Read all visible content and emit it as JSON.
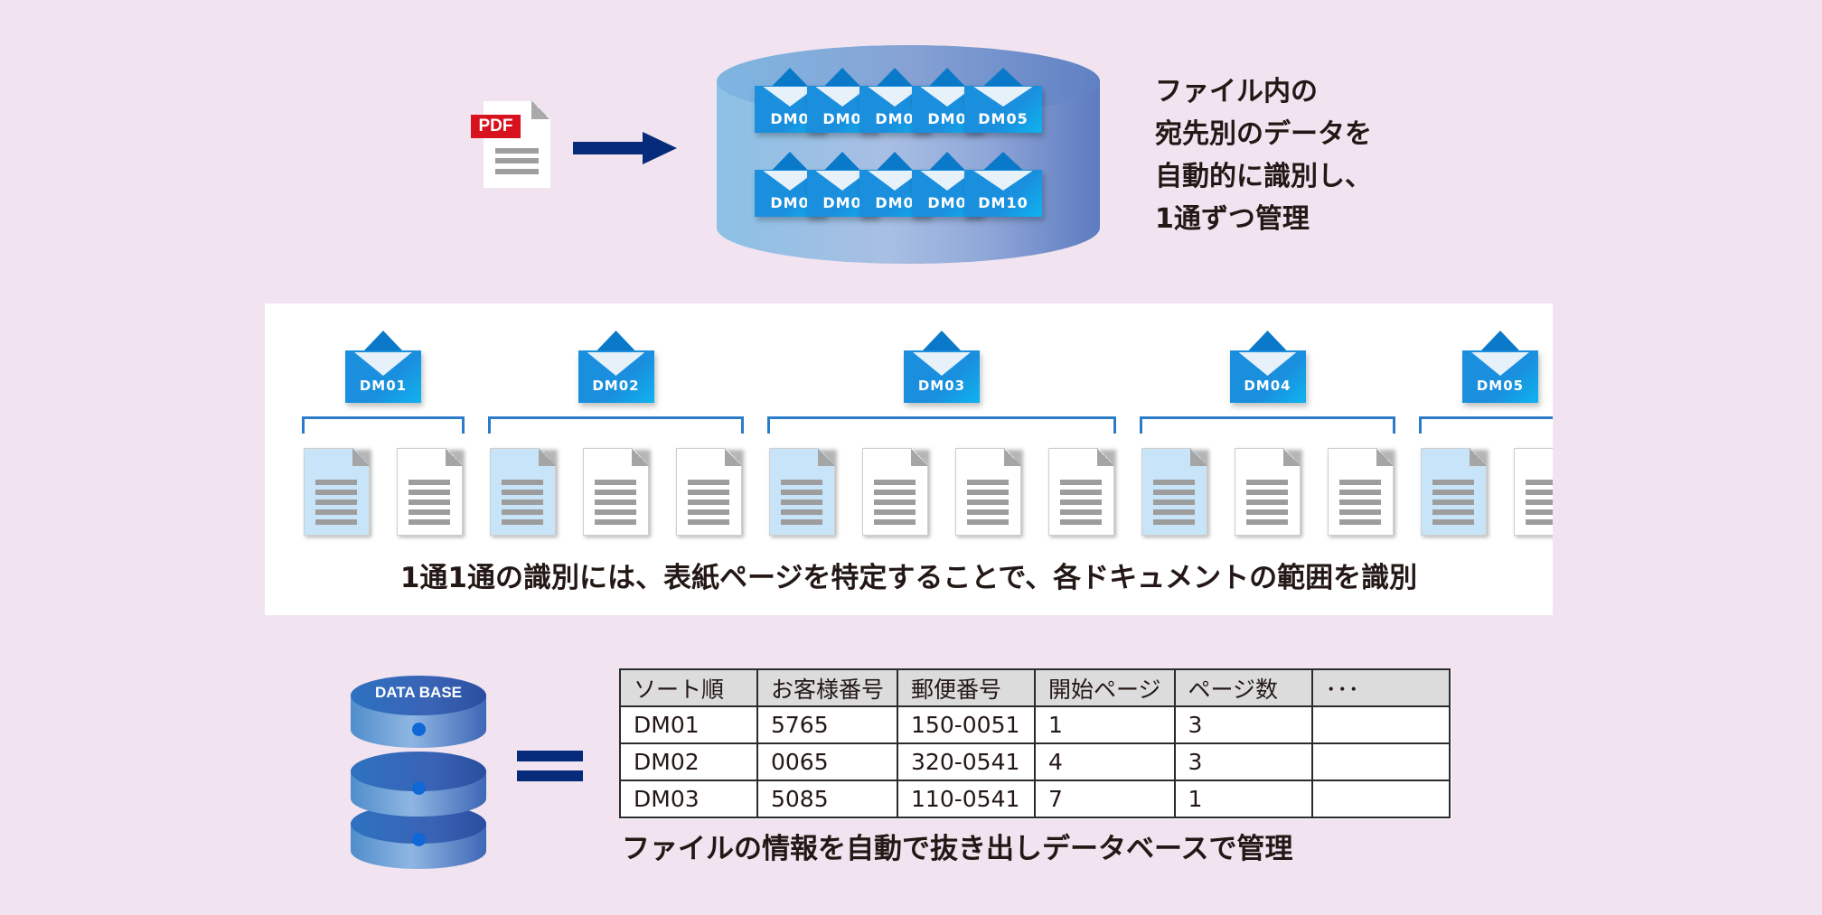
{
  "pdf_icon": {
    "tag": "PDF"
  },
  "storage": {
    "row1": [
      "DM0",
      "DM0",
      "DM0",
      "DM0",
      "DM05"
    ],
    "row2": [
      "DM0",
      "DM0",
      "DM0",
      "DM0",
      "DM10"
    ]
  },
  "description": {
    "lines": [
      "ファイル内の",
      "宛先別のデータを",
      "自動的に識別し、",
      "1通ずつ管理"
    ]
  },
  "segmentation": {
    "groups": [
      {
        "label": "DM01",
        "pages": [
          "cover",
          "plain"
        ]
      },
      {
        "label": "DM02",
        "pages": [
          "cover",
          "plain",
          "plain"
        ]
      },
      {
        "label": "DM03",
        "pages": [
          "cover",
          "plain",
          "plain",
          "plain"
        ]
      },
      {
        "label": "DM04",
        "pages": [
          "cover",
          "plain",
          "plain"
        ]
      },
      {
        "label": "DM05",
        "pages": [
          "cover",
          "plain"
        ]
      }
    ],
    "caption": "1通1通の識別には、表紙ページを特定することで、各ドキュメントの範囲を識別"
  },
  "database": {
    "label": "DATA BASE",
    "table": {
      "headers": [
        "ソート順",
        "お客様番号",
        "郵便番号",
        "開始ページ",
        "ページ数",
        "･･･"
      ],
      "rows": [
        [
          "DM01",
          "5765",
          "150-0051",
          "1",
          "3",
          ""
        ],
        [
          "DM02",
          "0065",
          "320-0541",
          "4",
          "3",
          ""
        ],
        [
          "DM03",
          "5085",
          "110-0541",
          "7",
          "1",
          ""
        ]
      ]
    },
    "caption": "ファイルの情報を自動で抜き出しデータベースで管理"
  },
  "colors": {
    "background": "#f1e4f0",
    "navy": "#062b7a",
    "envelope_blue": "#1a8fde",
    "bracket_blue": "#2c7bc9",
    "pdf_red": "#d7111d",
    "cover_page": "#c8e4f8"
  }
}
